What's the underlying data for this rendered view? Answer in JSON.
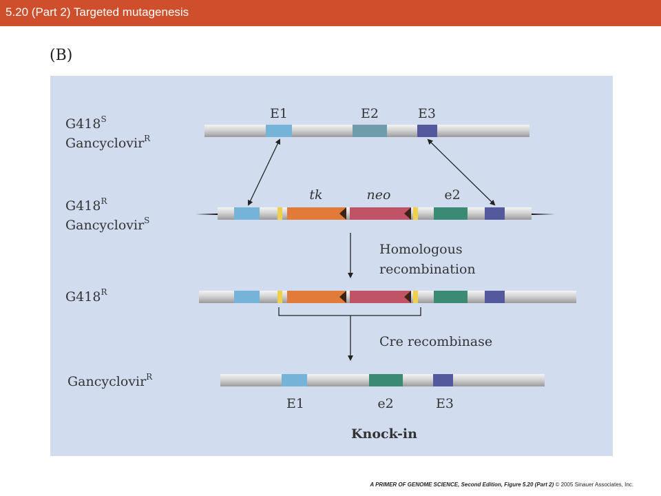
{
  "header": {
    "title": "5.20 (Part 2)  Targeted mutagenesis"
  },
  "panel": {
    "label": "(B)"
  },
  "diagram": {
    "row1": {
      "label_line1_base": "G418",
      "label_line1_sup": "S",
      "label_line2_base": "Gancyclovir",
      "label_line2_sup": "R",
      "exon_labels": [
        "E1",
        "E2",
        "E3"
      ]
    },
    "row2": {
      "label_line1_base": "G418",
      "label_line1_sup": "R",
      "label_line2_base": "Gancyclovir",
      "label_line2_sup": "S",
      "tk": "tk",
      "neo": "neo",
      "e2": "e2"
    },
    "step1": {
      "line1": "Homologous",
      "line2": "recombination"
    },
    "row3": {
      "label_base": "G418",
      "label_sup": "R"
    },
    "step2": {
      "text": "Cre recombinase"
    },
    "row4": {
      "label_base": "Gancyclovir",
      "label_sup": "R",
      "exon_labels": [
        "E1",
        "e2",
        "E3"
      ]
    },
    "result": "Knock-in"
  },
  "footer": {
    "book": "A PRIMER OF GENOME SCIENCE, Second Edition, Figure 5.20 (Part 2)",
    "copyright": "© 2005 Sinauer Associates, Inc."
  },
  "colors": {
    "header": "#cf4f2c",
    "panel": "#d1dcee",
    "exon_light_blue": "#76b3d9",
    "exon_teal": "#6f9cab",
    "exon_purple": "#54589d",
    "tk_orange": "#e27a39",
    "neo_red": "#c05466",
    "e2_green": "#3a8a74",
    "loxp_yellow": "#efd04a"
  }
}
